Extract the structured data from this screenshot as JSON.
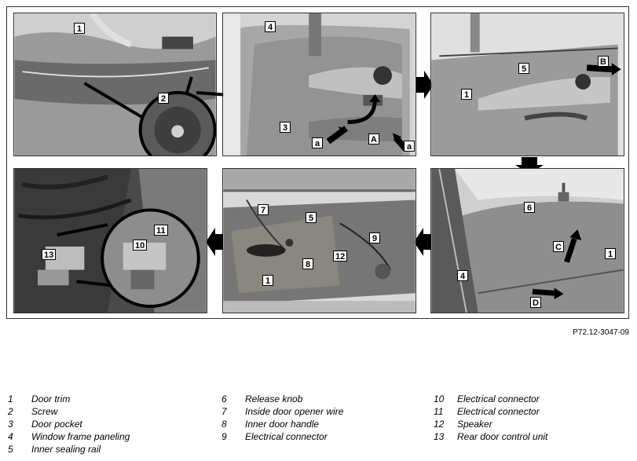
{
  "figure_ref": "P72.12-3047-09",
  "callouts": {
    "p1": [
      "1",
      "2"
    ],
    "p2": [
      "4",
      "3",
      "a",
      "A",
      "a"
    ],
    "p3": [
      "5",
      "1",
      "B"
    ],
    "p4": [
      "6",
      "C",
      "1",
      "4",
      "D"
    ],
    "p5": [
      "7",
      "5",
      "9",
      "8",
      "12",
      "1"
    ],
    "p6": [
      "13",
      "11",
      "10"
    ]
  },
  "legend": [
    [
      {
        "num": "1",
        "text": "Door trim"
      },
      {
        "num": "2",
        "text": "Screw"
      },
      {
        "num": "3",
        "text": "Door pocket"
      },
      {
        "num": "4",
        "text": "Window frame paneling"
      },
      {
        "num": "5",
        "text": "Inner sealing rail"
      }
    ],
    [
      {
        "num": "6",
        "text": "Release knob"
      },
      {
        "num": "7",
        "text": "Inside door opener wire"
      },
      {
        "num": "8",
        "text": "Inner door handle"
      },
      {
        "num": "9",
        "text": "Electrical connector"
      }
    ],
    [
      {
        "num": "10",
        "text": "Electrical connector"
      },
      {
        "num": "11",
        "text": "Electrical connector"
      },
      {
        "num": "12",
        "text": "Speaker"
      },
      {
        "num": "13",
        "text": "Rear door control unit"
      }
    ]
  ]
}
